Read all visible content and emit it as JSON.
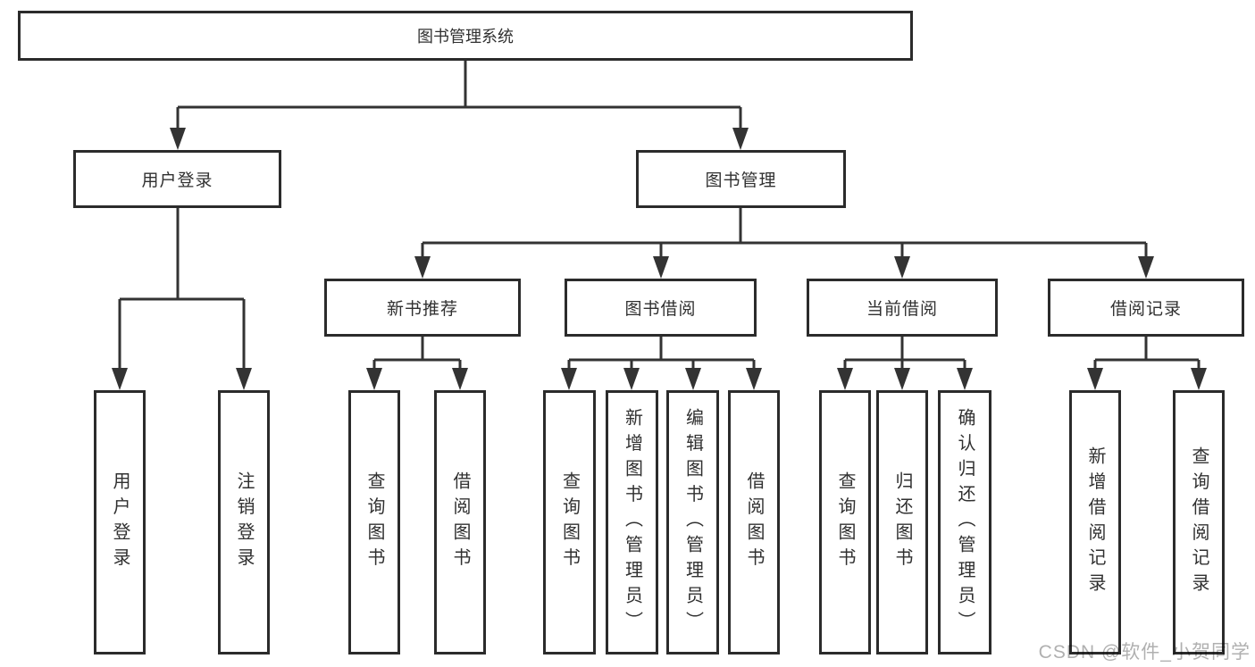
{
  "colors": {
    "line": "#333333",
    "box_border": "#2b2b2b",
    "text": "#303030",
    "watermark": "#b0b0b0"
  },
  "watermark": {
    "text": "CSDN @软件_小贺同学"
  },
  "tree": {
    "label": "图书管理系统",
    "children": [
      {
        "label": "用户登录",
        "children": [
          {
            "label": "用户登录"
          },
          {
            "label": "注销登录"
          }
        ]
      },
      {
        "label": "图书管理",
        "children": [
          {
            "label": "新书推荐",
            "children": [
              {
                "label": "查询图书"
              },
              {
                "label": "借阅图书"
              }
            ]
          },
          {
            "label": "图书借阅",
            "children": [
              {
                "label": "查询图书"
              },
              {
                "label": "新增图书（管理员）"
              },
              {
                "label": "编辑图书（管理员）"
              },
              {
                "label": "借阅图书"
              }
            ]
          },
          {
            "label": "当前借阅",
            "children": [
              {
                "label": "查询图书"
              },
              {
                "label": "归还图书"
              },
              {
                "label": "确认归还（管理员）"
              }
            ]
          },
          {
            "label": "借阅记录",
            "children": [
              {
                "label": "新增借阅记录"
              },
              {
                "label": "查询借阅记录"
              }
            ]
          }
        ]
      }
    ]
  }
}
